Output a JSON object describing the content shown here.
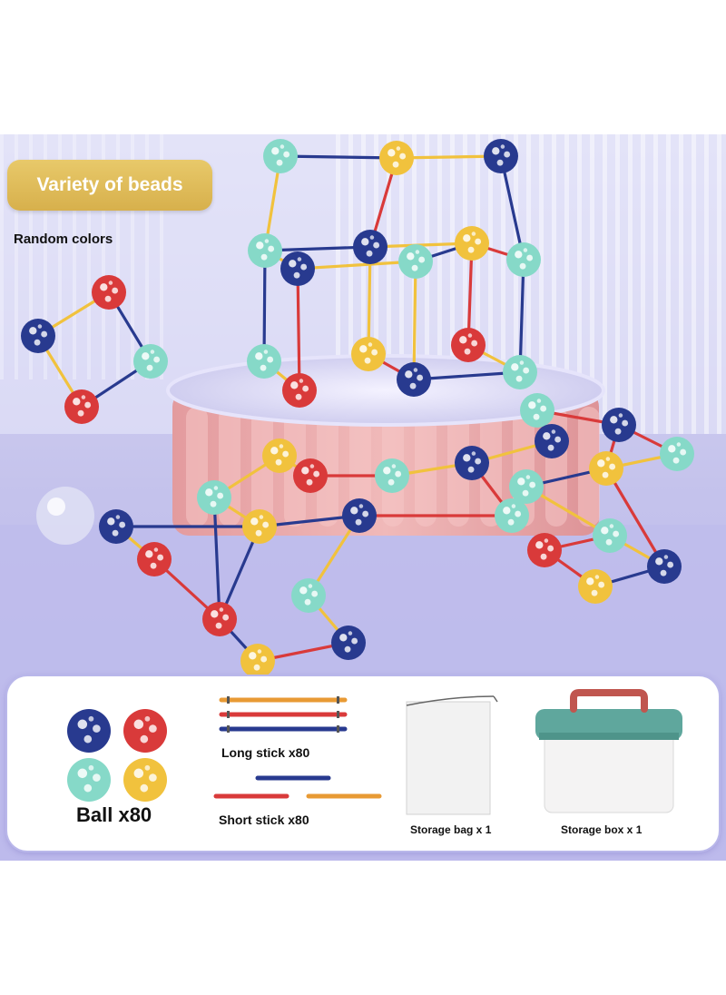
{
  "header": {
    "badge_label": "Variety of beads",
    "subtitle": "Random colors"
  },
  "components": {
    "ball": "Ball x80",
    "long_stick": "Long stick x80",
    "short_stick": "Short stick x80",
    "storage_bag": "Storage bag x 1",
    "storage_box": "Storage box x 1"
  },
  "colors": {
    "navy": "#283a8f",
    "red": "#d93a3a",
    "mint": "#86d9c8",
    "yellow": "#f1c23d",
    "orange_stick": "#e89a34",
    "badge_gold": "#ddb751",
    "panel_border": "#b9b7ea",
    "box_lid": "#5fa79d",
    "box_handle": "#c0564f"
  }
}
